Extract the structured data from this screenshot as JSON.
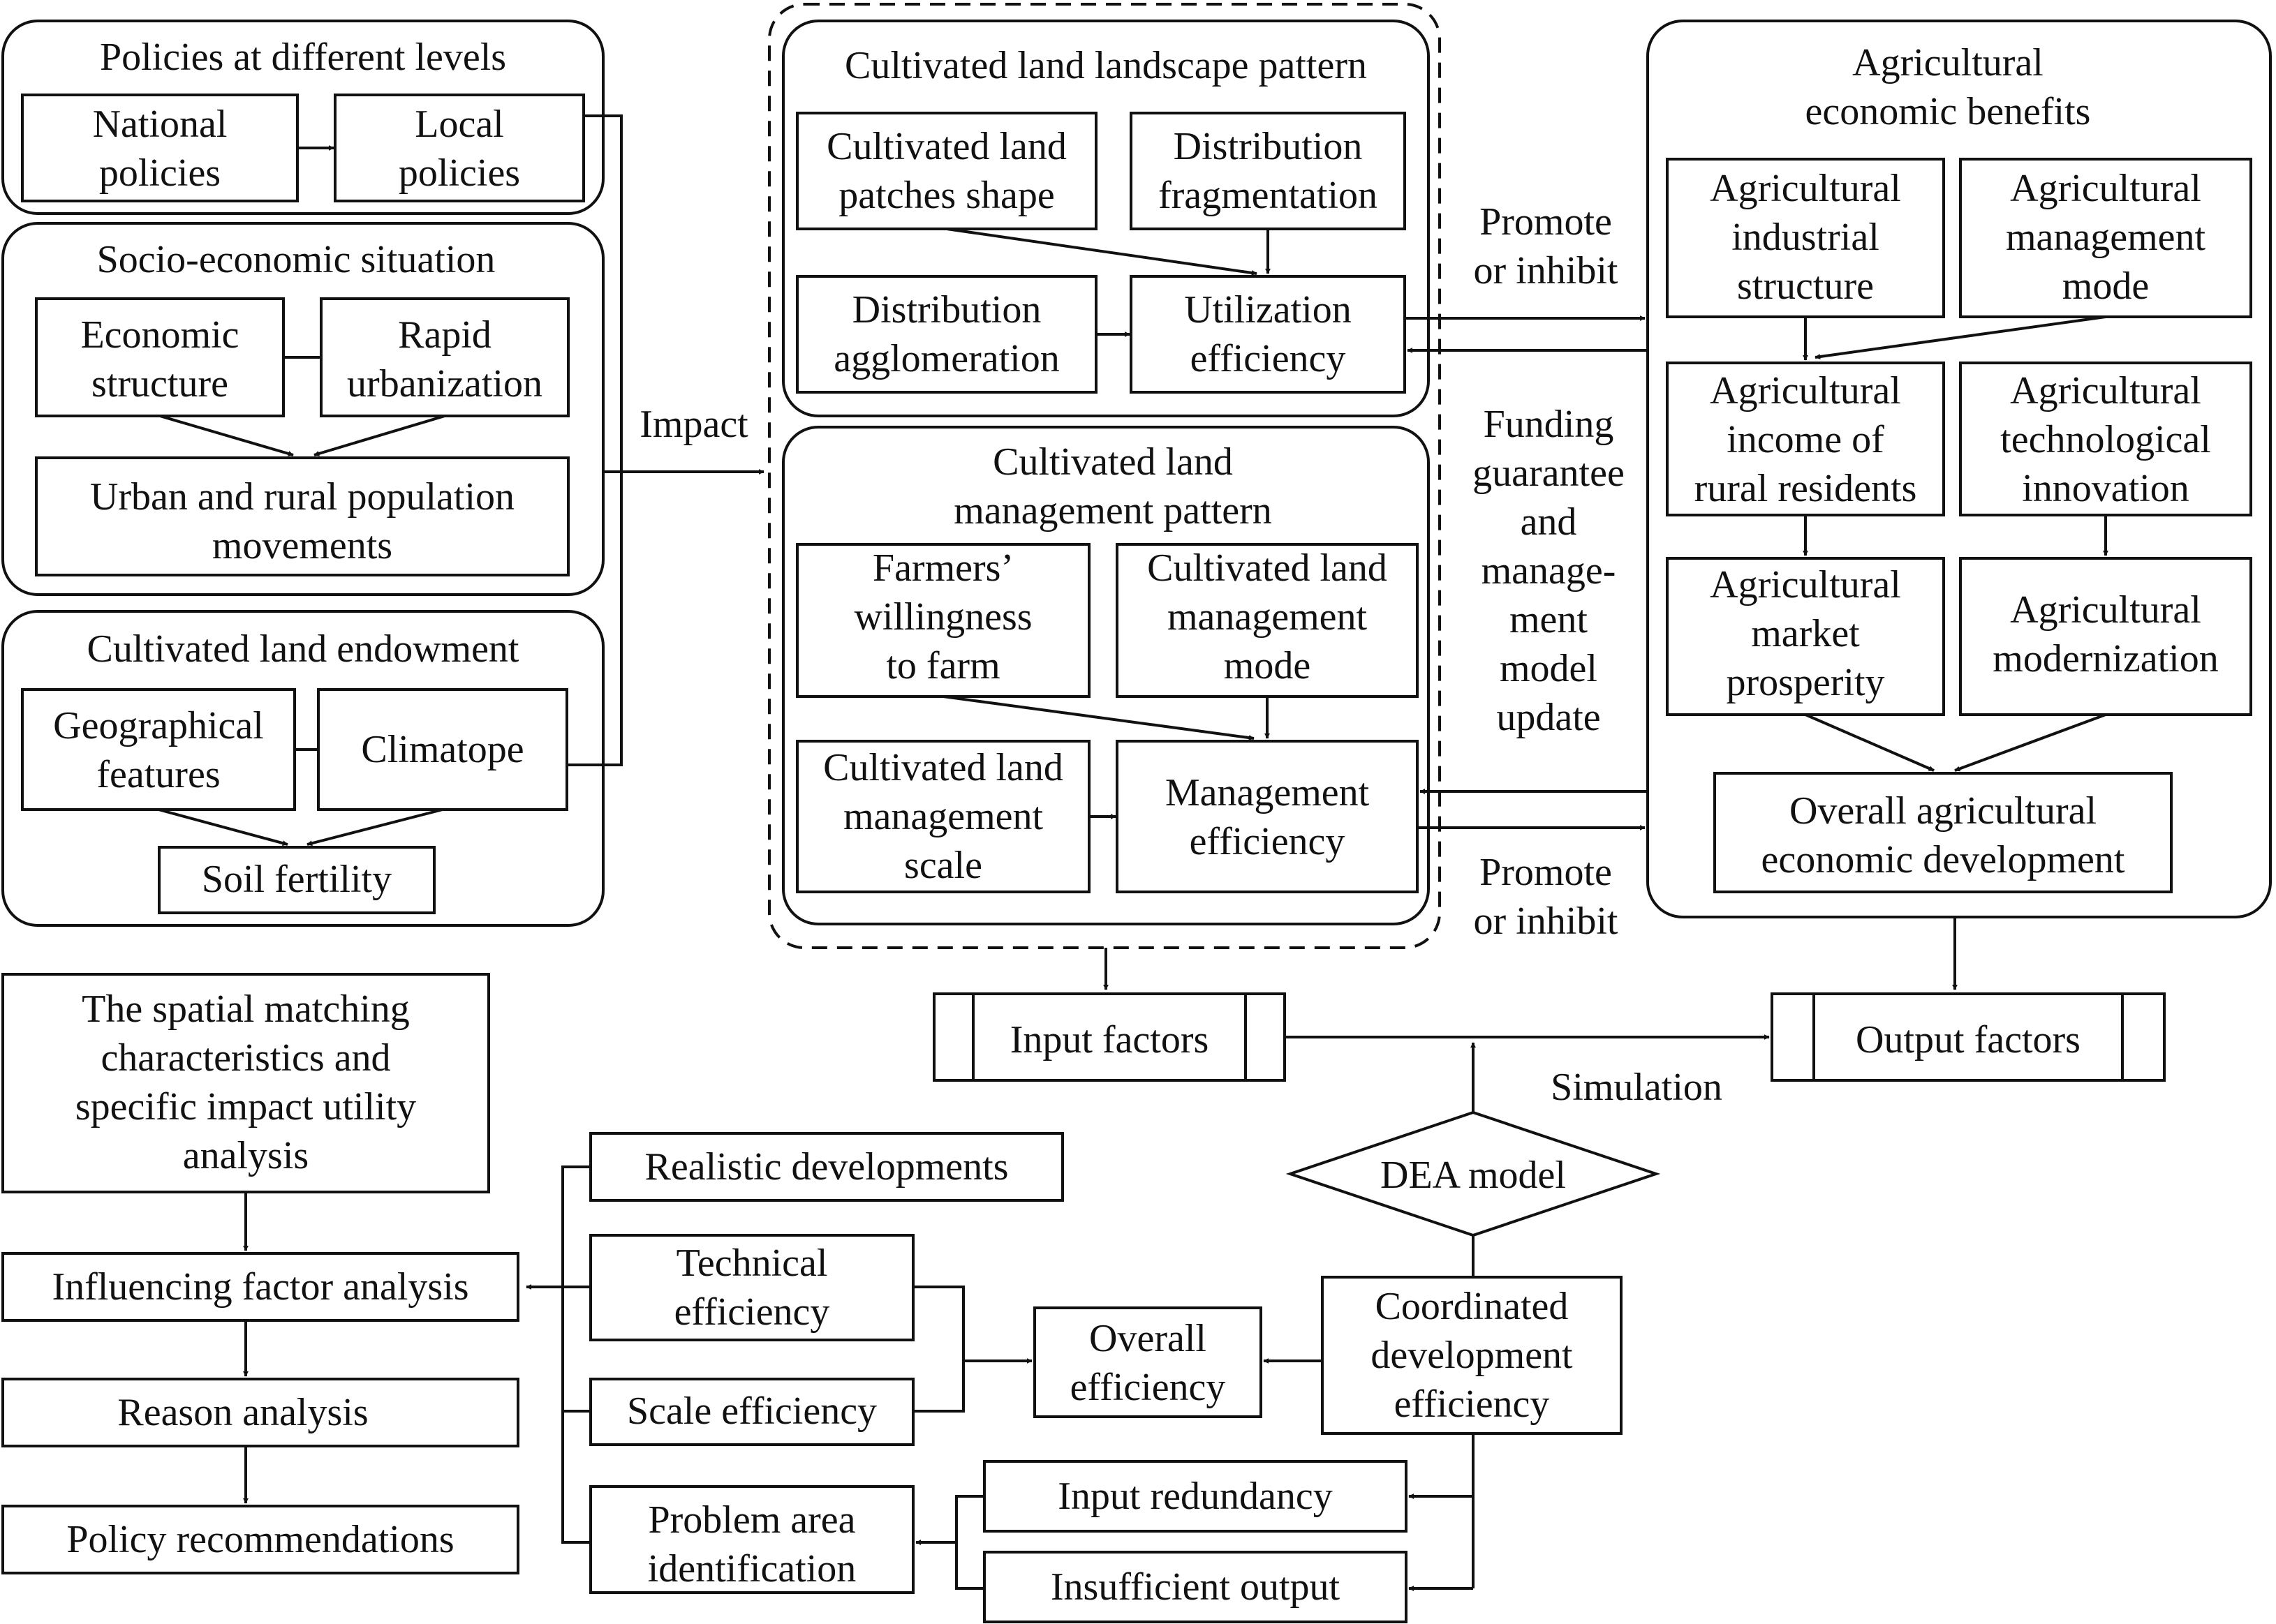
{
  "policies": {
    "title": "Policies at different levels",
    "national": [
      "National",
      "policies"
    ],
    "local": [
      "Local",
      "policies"
    ]
  },
  "socio": {
    "title": "Socio-economic situation",
    "economic": [
      "Economic",
      "structure"
    ],
    "rapid": [
      "Rapid",
      "urbanization"
    ],
    "population": [
      "Urban and rural population",
      "movements"
    ]
  },
  "endowment": {
    "title": "Cultivated land endowment",
    "geo": [
      "Geographical",
      "features"
    ],
    "climatope": [
      "Climatope"
    ],
    "soil": [
      "Soil fertility"
    ]
  },
  "impact_label": "Impact",
  "landscape": {
    "title": "Cultivated land landscape pattern",
    "patches": [
      "Cultivated land",
      "patches shape"
    ],
    "fragmentation": [
      "Distribution",
      "fragmentation"
    ],
    "agglomeration": [
      "Distribution",
      "agglomeration"
    ],
    "utilization": [
      "Utilization",
      "efficiency"
    ]
  },
  "management": {
    "title": [
      "Cultivated land",
      "management pattern"
    ],
    "willingness": [
      "Farmers’",
      "willingness",
      "to farm"
    ],
    "mode": [
      "Cultivated land",
      "management",
      "mode"
    ],
    "scale": [
      "Cultivated land",
      "management",
      "scale"
    ],
    "efficiency": [
      "Management",
      "efficiency"
    ]
  },
  "middle_labels": {
    "promote_top": [
      "Promote",
      "or inhibit"
    ],
    "funding": [
      "Funding",
      "guarantee",
      "and",
      "manage-",
      "ment",
      "model",
      "update"
    ],
    "promote_bottom": [
      "Promote",
      "or inhibit"
    ]
  },
  "benefits": {
    "title": [
      "Agricultural",
      "economic benefits"
    ],
    "industrial": [
      "Agricultural",
      "industrial",
      "structure"
    ],
    "mgmt_mode": [
      "Agricultural",
      "management",
      "mode"
    ],
    "income": [
      "Agricultural",
      "income of",
      "rural residents"
    ],
    "tech": [
      "Agricultural",
      "technological",
      "innovation"
    ],
    "market": [
      "Agricultural",
      "market",
      "prosperity"
    ],
    "modern": [
      "Agricultural",
      "modernization"
    ],
    "overall": [
      "Overall agricultural",
      "economic development"
    ]
  },
  "factors": {
    "input": "Input factors",
    "output": "Output factors",
    "simulation": "Simulation",
    "dea": "DEA model"
  },
  "analysis": {
    "spatial": [
      "The spatial matching",
      "characteristics and",
      "specific impact utility",
      "analysis"
    ],
    "influencing": "Influencing factor analysis",
    "reason": "Reason analysis",
    "policy": "Policy recommendations"
  },
  "efficiency": {
    "realistic": "Realistic developments",
    "technical": [
      "Technical",
      "efficiency"
    ],
    "scale_eff": "Scale efficiency",
    "problem": [
      "Problem area",
      "identification"
    ],
    "overall_eff": [
      "Overall",
      "efficiency"
    ],
    "coordinated": [
      "Coordinated",
      "development",
      "efficiency"
    ],
    "redundancy": "Input redundancy",
    "insufficient": "Insufficient output"
  }
}
